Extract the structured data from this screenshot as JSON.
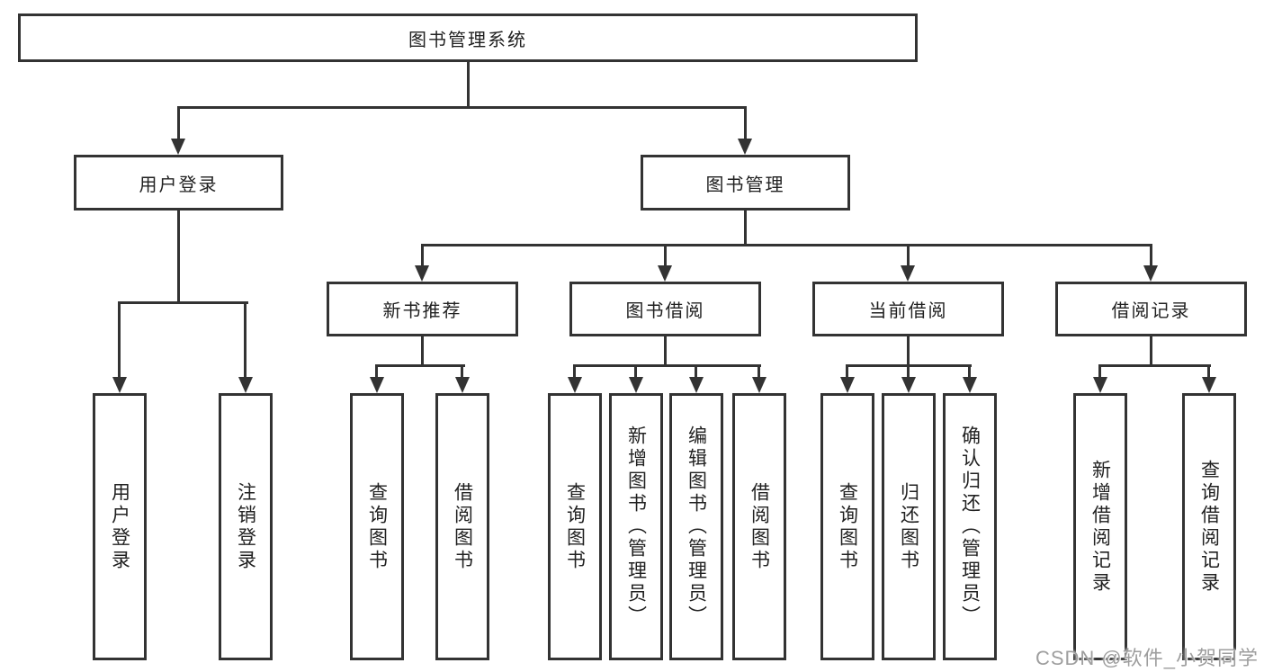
{
  "diagram": {
    "root": "图书管理系统",
    "branches": {
      "user_login": "用户登录",
      "book_management": "图书管理"
    },
    "modules": {
      "new_book_recommend": "新书推荐",
      "book_borrow": "图书借阅",
      "current_borrow": "当前借阅",
      "borrow_record": "借阅记录"
    },
    "leaves": {
      "user_login": [
        "用户登录",
        "注销登录"
      ],
      "new_book_recommend": [
        "查询图书",
        "借阅图书"
      ],
      "book_borrow": [
        "查询图书",
        "新增图书（管理员）",
        "编辑图书（管理员）",
        "借阅图书"
      ],
      "current_borrow": [
        "查询图书",
        "归还图书",
        "确认归还（管理员）"
      ],
      "borrow_record": [
        "新增借阅记录",
        "查询借阅记录"
      ]
    }
  },
  "watermark": "CSDN @软件_小贺同学",
  "colors": {
    "line": "#333333",
    "box_fill": "#ffffff",
    "text": "#212121",
    "watermark": "#9e9e9e",
    "background": "#ffffff"
  }
}
